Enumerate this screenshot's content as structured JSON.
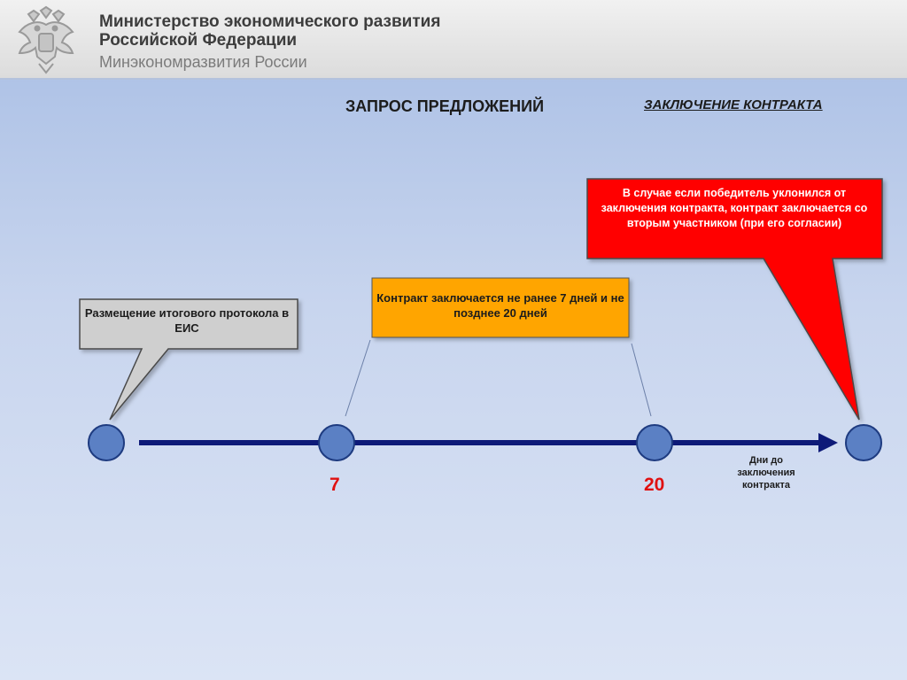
{
  "header": {
    "ministry_line1": "Министерство экономического развития",
    "ministry_line2": "Российской Федерации",
    "ministry_short": "Минэкономразвития России",
    "emblem_icon": "coat-of-arms-icon"
  },
  "titles": {
    "main": "ЗАПРОС ПРЕДЛОЖЕНИЙ",
    "contract": "ЗАКЛЮЧЕНИЕ КОНТРАКТА"
  },
  "callouts": {
    "gray": "Размещение итогового протокола в ЕИС",
    "orange": "Контракт заключается не ранее 7 дней и не позднее 20 дней",
    "red": "В случае если победитель уклонился от заключения контракта, контракт заключается со вторым участником (при его согласии)"
  },
  "timeline": {
    "tick_7": "7",
    "tick_20": "20",
    "axis_label": "Дни до заключения контракта"
  },
  "colors": {
    "timeline": "#0d1a78",
    "node_fill": "#5b80c4",
    "node_stroke": "#1e3b80",
    "gray_box": "#cfcfcf",
    "orange_box": "#ffa500",
    "red_box": "#ff0000",
    "tick_label": "#e01010"
  }
}
